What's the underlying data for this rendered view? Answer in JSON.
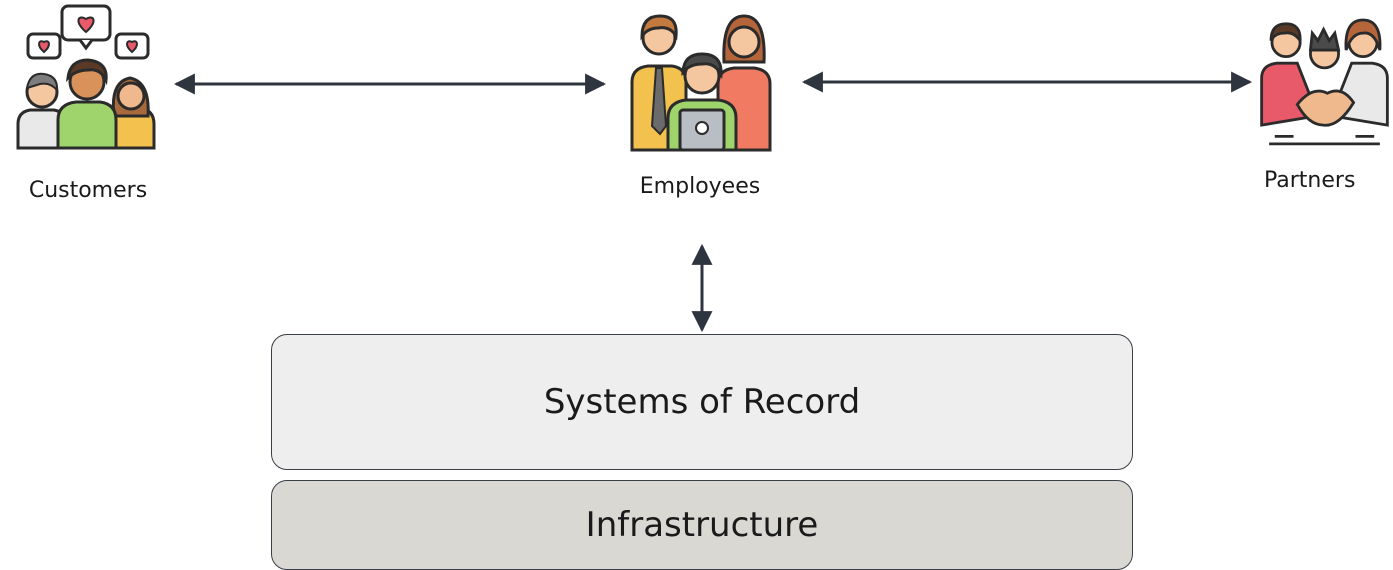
{
  "actors": {
    "customers": {
      "label": "Customers",
      "icon": "customers-icon"
    },
    "employees": {
      "label": "Employees",
      "icon": "employees-icon"
    },
    "partners": {
      "label": "Partners",
      "icon": "partners-handshake-icon"
    }
  },
  "layers": {
    "systems_of_record": "Systems of Record",
    "infrastructure": "Infrastructure"
  },
  "colors": {
    "arrow": "#2e353f",
    "systems_of_record_fill": "#eeeeee",
    "infrastructure_fill": "#d9d8d3",
    "outline": "#3a3f47"
  }
}
